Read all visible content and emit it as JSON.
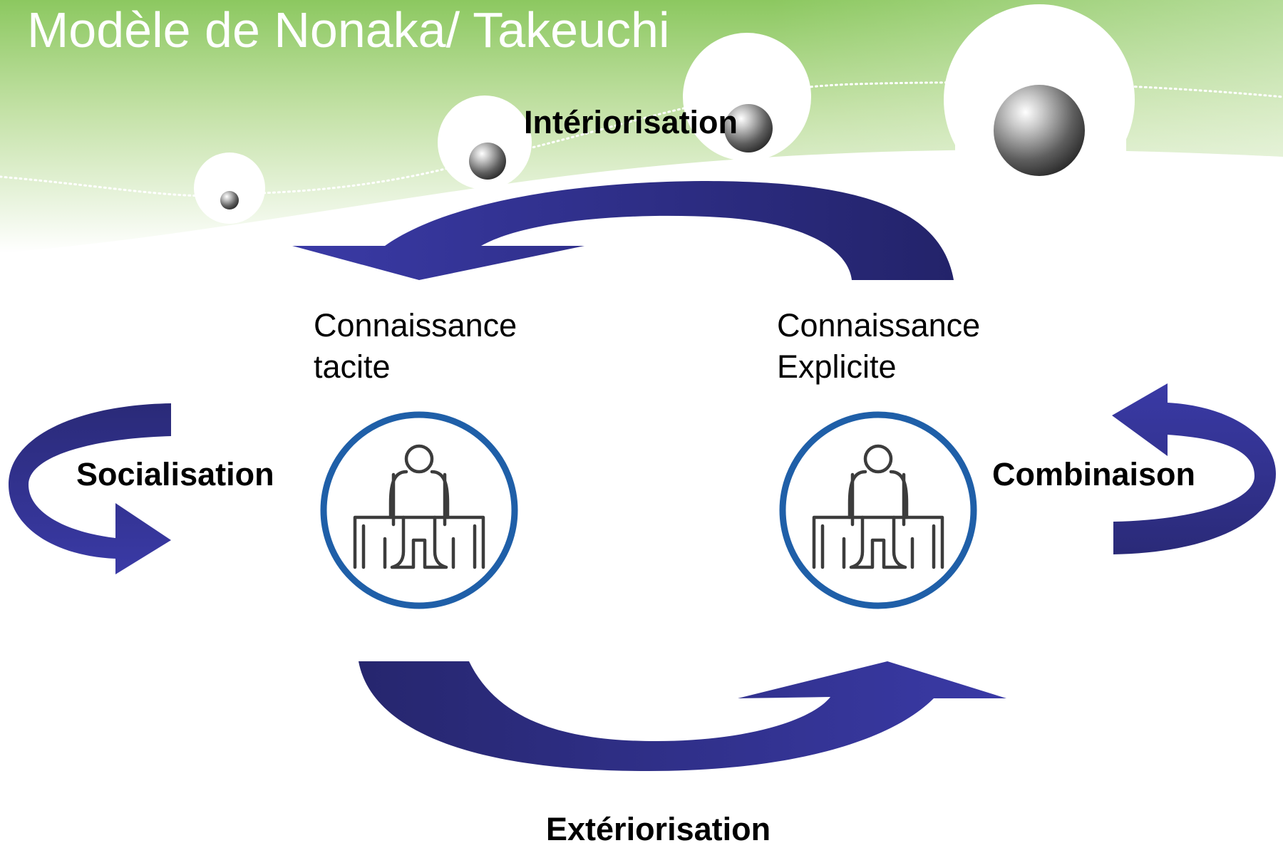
{
  "title": "Modèle de Nonaka/ Takeuchi",
  "processes": {
    "interiorisation": "Intériorisation",
    "exteriorisation": "Extériorisation",
    "socialisation": "Socialisation",
    "combinaison": "Combinaison"
  },
  "nodes": {
    "tacit": {
      "line1": "Connaissance",
      "line2": "tacite"
    },
    "explicit": {
      "line1": "Connaissance",
      "line2": "Explicite"
    }
  },
  "colors": {
    "arrow": "#333399",
    "arrow_dark": "#28286e",
    "ring": "#1f5fa8",
    "header_green": "#8cc860",
    "figure": "#3c3c3c"
  },
  "icons": {
    "node_icon": "person-at-desk-icon",
    "decoration": "sphere-icon"
  }
}
